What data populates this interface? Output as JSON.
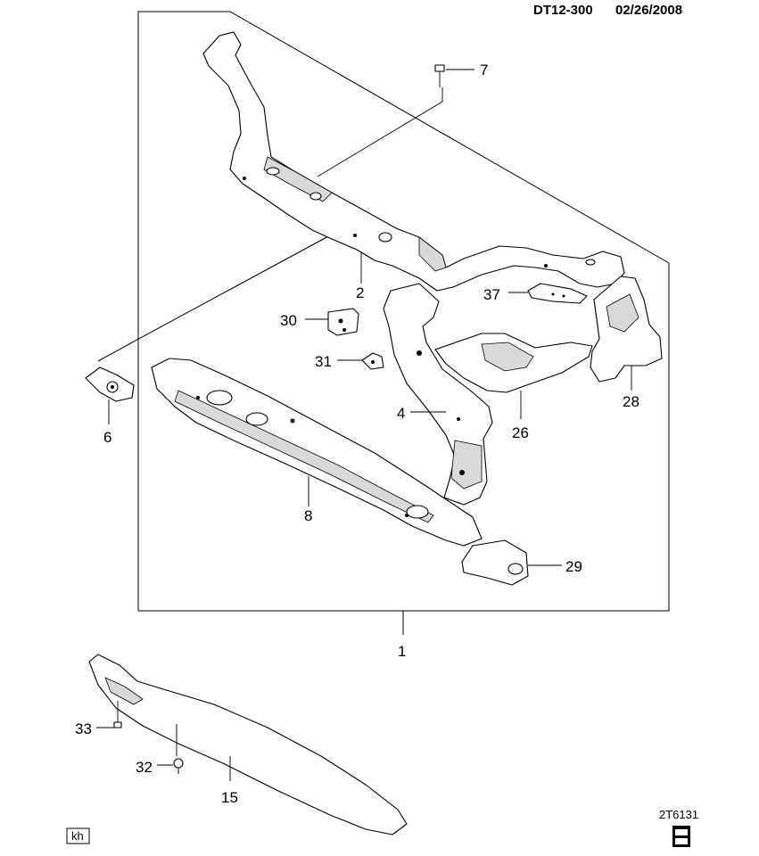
{
  "header": {
    "code": "DT12-300",
    "date": "02/26/2008"
  },
  "footer": {
    "figure_id": "2T6131",
    "author_tag": "kh",
    "logo": "gm-spo-logo"
  },
  "callouts": [
    "1",
    "2",
    "4",
    "6",
    "7",
    "8",
    "15",
    "26",
    "28",
    "29",
    "30",
    "31",
    "32",
    "33",
    "37"
  ]
}
